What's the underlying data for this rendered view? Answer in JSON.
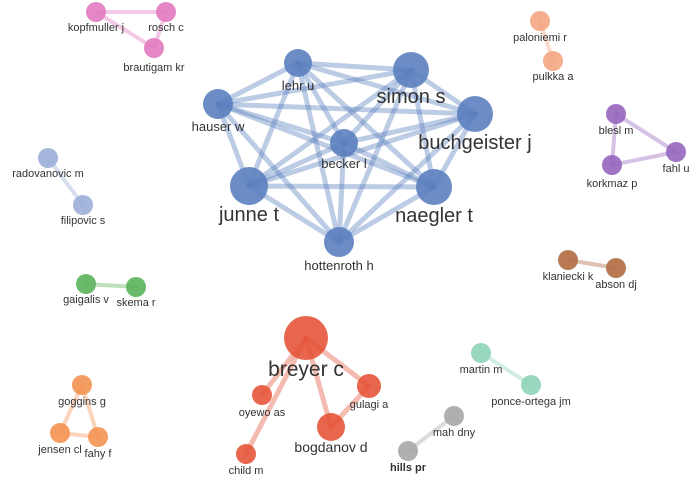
{
  "network": {
    "clusters": [
      {
        "id": "blue",
        "color": "#5b80be",
        "edge_color": "#5b80be",
        "nodes": [
          {
            "id": "lehr",
            "label": "lehr u"
          },
          {
            "id": "simon",
            "label": "simon s"
          },
          {
            "id": "hauser",
            "label": "hauser w"
          },
          {
            "id": "buchgeister",
            "label": "buchgeister j"
          },
          {
            "id": "becker",
            "label": "becker l"
          },
          {
            "id": "junne",
            "label": "junne t"
          },
          {
            "id": "naegler",
            "label": "naegler t"
          },
          {
            "id": "hottenroth",
            "label": "hottenroth h"
          }
        ]
      },
      {
        "id": "red",
        "color": "#e4553a",
        "edge_color": "#e4553a",
        "nodes": [
          {
            "id": "breyer",
            "label": "breyer c"
          },
          {
            "id": "gulagi",
            "label": "gulagi a"
          },
          {
            "id": "oyewo",
            "label": "oyewo as"
          },
          {
            "id": "bogdanov",
            "label": "bogdanov d"
          },
          {
            "id": "child",
            "label": "child m"
          }
        ]
      },
      {
        "id": "pink",
        "color": "#e27ac0",
        "edge_color": "#e27ac0",
        "nodes": [
          {
            "id": "kopfmuller",
            "label": "kopfmuller j"
          },
          {
            "id": "rosch",
            "label": "rosch c"
          },
          {
            "id": "brautigam",
            "label": "brautigam kr"
          }
        ]
      },
      {
        "id": "orange-top",
        "color": "#f4a582",
        "edge_color": "#f4a582",
        "nodes": [
          {
            "id": "paloniemi",
            "label": "paloniemi r"
          },
          {
            "id": "pulkka",
            "label": "pulkka a"
          }
        ]
      },
      {
        "id": "purple",
        "color": "#9566bd",
        "edge_color": "#9566bd",
        "nodes": [
          {
            "id": "blesl",
            "label": "blesl m"
          },
          {
            "id": "fahl",
            "label": "fahl u"
          },
          {
            "id": "korkmaz",
            "label": "korkmaz p"
          }
        ]
      },
      {
        "id": "lightblue",
        "color": "#9aaed8",
        "edge_color": "#9aaed8",
        "nodes": [
          {
            "id": "radovanovic",
            "label": "radovanovic m"
          },
          {
            "id": "filipovic",
            "label": "filipovic s"
          }
        ]
      },
      {
        "id": "brown",
        "color": "#b26a43",
        "edge_color": "#b26a43",
        "nodes": [
          {
            "id": "klaniecki",
            "label": "klaniecki k"
          },
          {
            "id": "abson",
            "label": "abson dj"
          }
        ]
      },
      {
        "id": "green",
        "color": "#5bb25b",
        "edge_color": "#5bb25b",
        "nodes": [
          {
            "id": "gaigalis",
            "label": "gaigalis v"
          },
          {
            "id": "skema",
            "label": "skema r"
          }
        ]
      },
      {
        "id": "mint",
        "color": "#8fd3b8",
        "edge_color": "#8fd3b8",
        "nodes": [
          {
            "id": "martin",
            "label": "martin m"
          },
          {
            "id": "ponce",
            "label": "ponce-ortega jm"
          }
        ]
      },
      {
        "id": "orange-bottom",
        "color": "#f49352",
        "edge_color": "#f49352",
        "nodes": [
          {
            "id": "goggins",
            "label": "goggins g"
          },
          {
            "id": "jensen",
            "label": "jensen cl"
          },
          {
            "id": "fahy",
            "label": "fahy f"
          }
        ]
      },
      {
        "id": "gray",
        "color": "#a7a7a7",
        "edge_color": "#a7a7a7",
        "nodes": [
          {
            "id": "mahdny",
            "label": "mah dny"
          },
          {
            "id": "hills",
            "label": "hills pr"
          }
        ]
      }
    ],
    "edges": [
      [
        "lehr",
        "simon"
      ],
      [
        "lehr",
        "hauser"
      ],
      [
        "lehr",
        "buchgeister"
      ],
      [
        "lehr",
        "becker"
      ],
      [
        "lehr",
        "junne"
      ],
      [
        "lehr",
        "naegler"
      ],
      [
        "lehr",
        "hottenroth"
      ],
      [
        "simon",
        "hauser"
      ],
      [
        "simon",
        "buchgeister"
      ],
      [
        "simon",
        "becker"
      ],
      [
        "simon",
        "junne"
      ],
      [
        "simon",
        "naegler"
      ],
      [
        "simon",
        "hottenroth"
      ],
      [
        "hauser",
        "buchgeister"
      ],
      [
        "hauser",
        "becker"
      ],
      [
        "hauser",
        "junne"
      ],
      [
        "hauser",
        "naegler"
      ],
      [
        "hauser",
        "hottenroth"
      ],
      [
        "buchgeister",
        "becker"
      ],
      [
        "buchgeister",
        "junne"
      ],
      [
        "buchgeister",
        "naegler"
      ],
      [
        "buchgeister",
        "hottenroth"
      ],
      [
        "becker",
        "junne"
      ],
      [
        "becker",
        "naegler"
      ],
      [
        "becker",
        "hottenroth"
      ],
      [
        "junne",
        "naegler"
      ],
      [
        "junne",
        "hottenroth"
      ],
      [
        "naegler",
        "hottenroth"
      ],
      [
        "breyer",
        "gulagi"
      ],
      [
        "breyer",
        "oyewo"
      ],
      [
        "breyer",
        "bogdanov"
      ],
      [
        "breyer",
        "child"
      ],
      [
        "gulagi",
        "bogdanov"
      ],
      [
        "kopfmuller",
        "rosch"
      ],
      [
        "kopfmuller",
        "brautigam"
      ],
      [
        "rosch",
        "brautigam"
      ],
      [
        "paloniemi",
        "pulkka"
      ],
      [
        "blesl",
        "fahl"
      ],
      [
        "blesl",
        "korkmaz"
      ],
      [
        "korkmaz",
        "fahl"
      ],
      [
        "radovanovic",
        "filipovic"
      ],
      [
        "klaniecki",
        "abson"
      ],
      [
        "gaigalis",
        "skema"
      ],
      [
        "martin",
        "ponce"
      ],
      [
        "goggins",
        "jensen"
      ],
      [
        "goggins",
        "fahy"
      ],
      [
        "jensen",
        "fahy"
      ],
      [
        "mahdny",
        "hills"
      ]
    ]
  }
}
